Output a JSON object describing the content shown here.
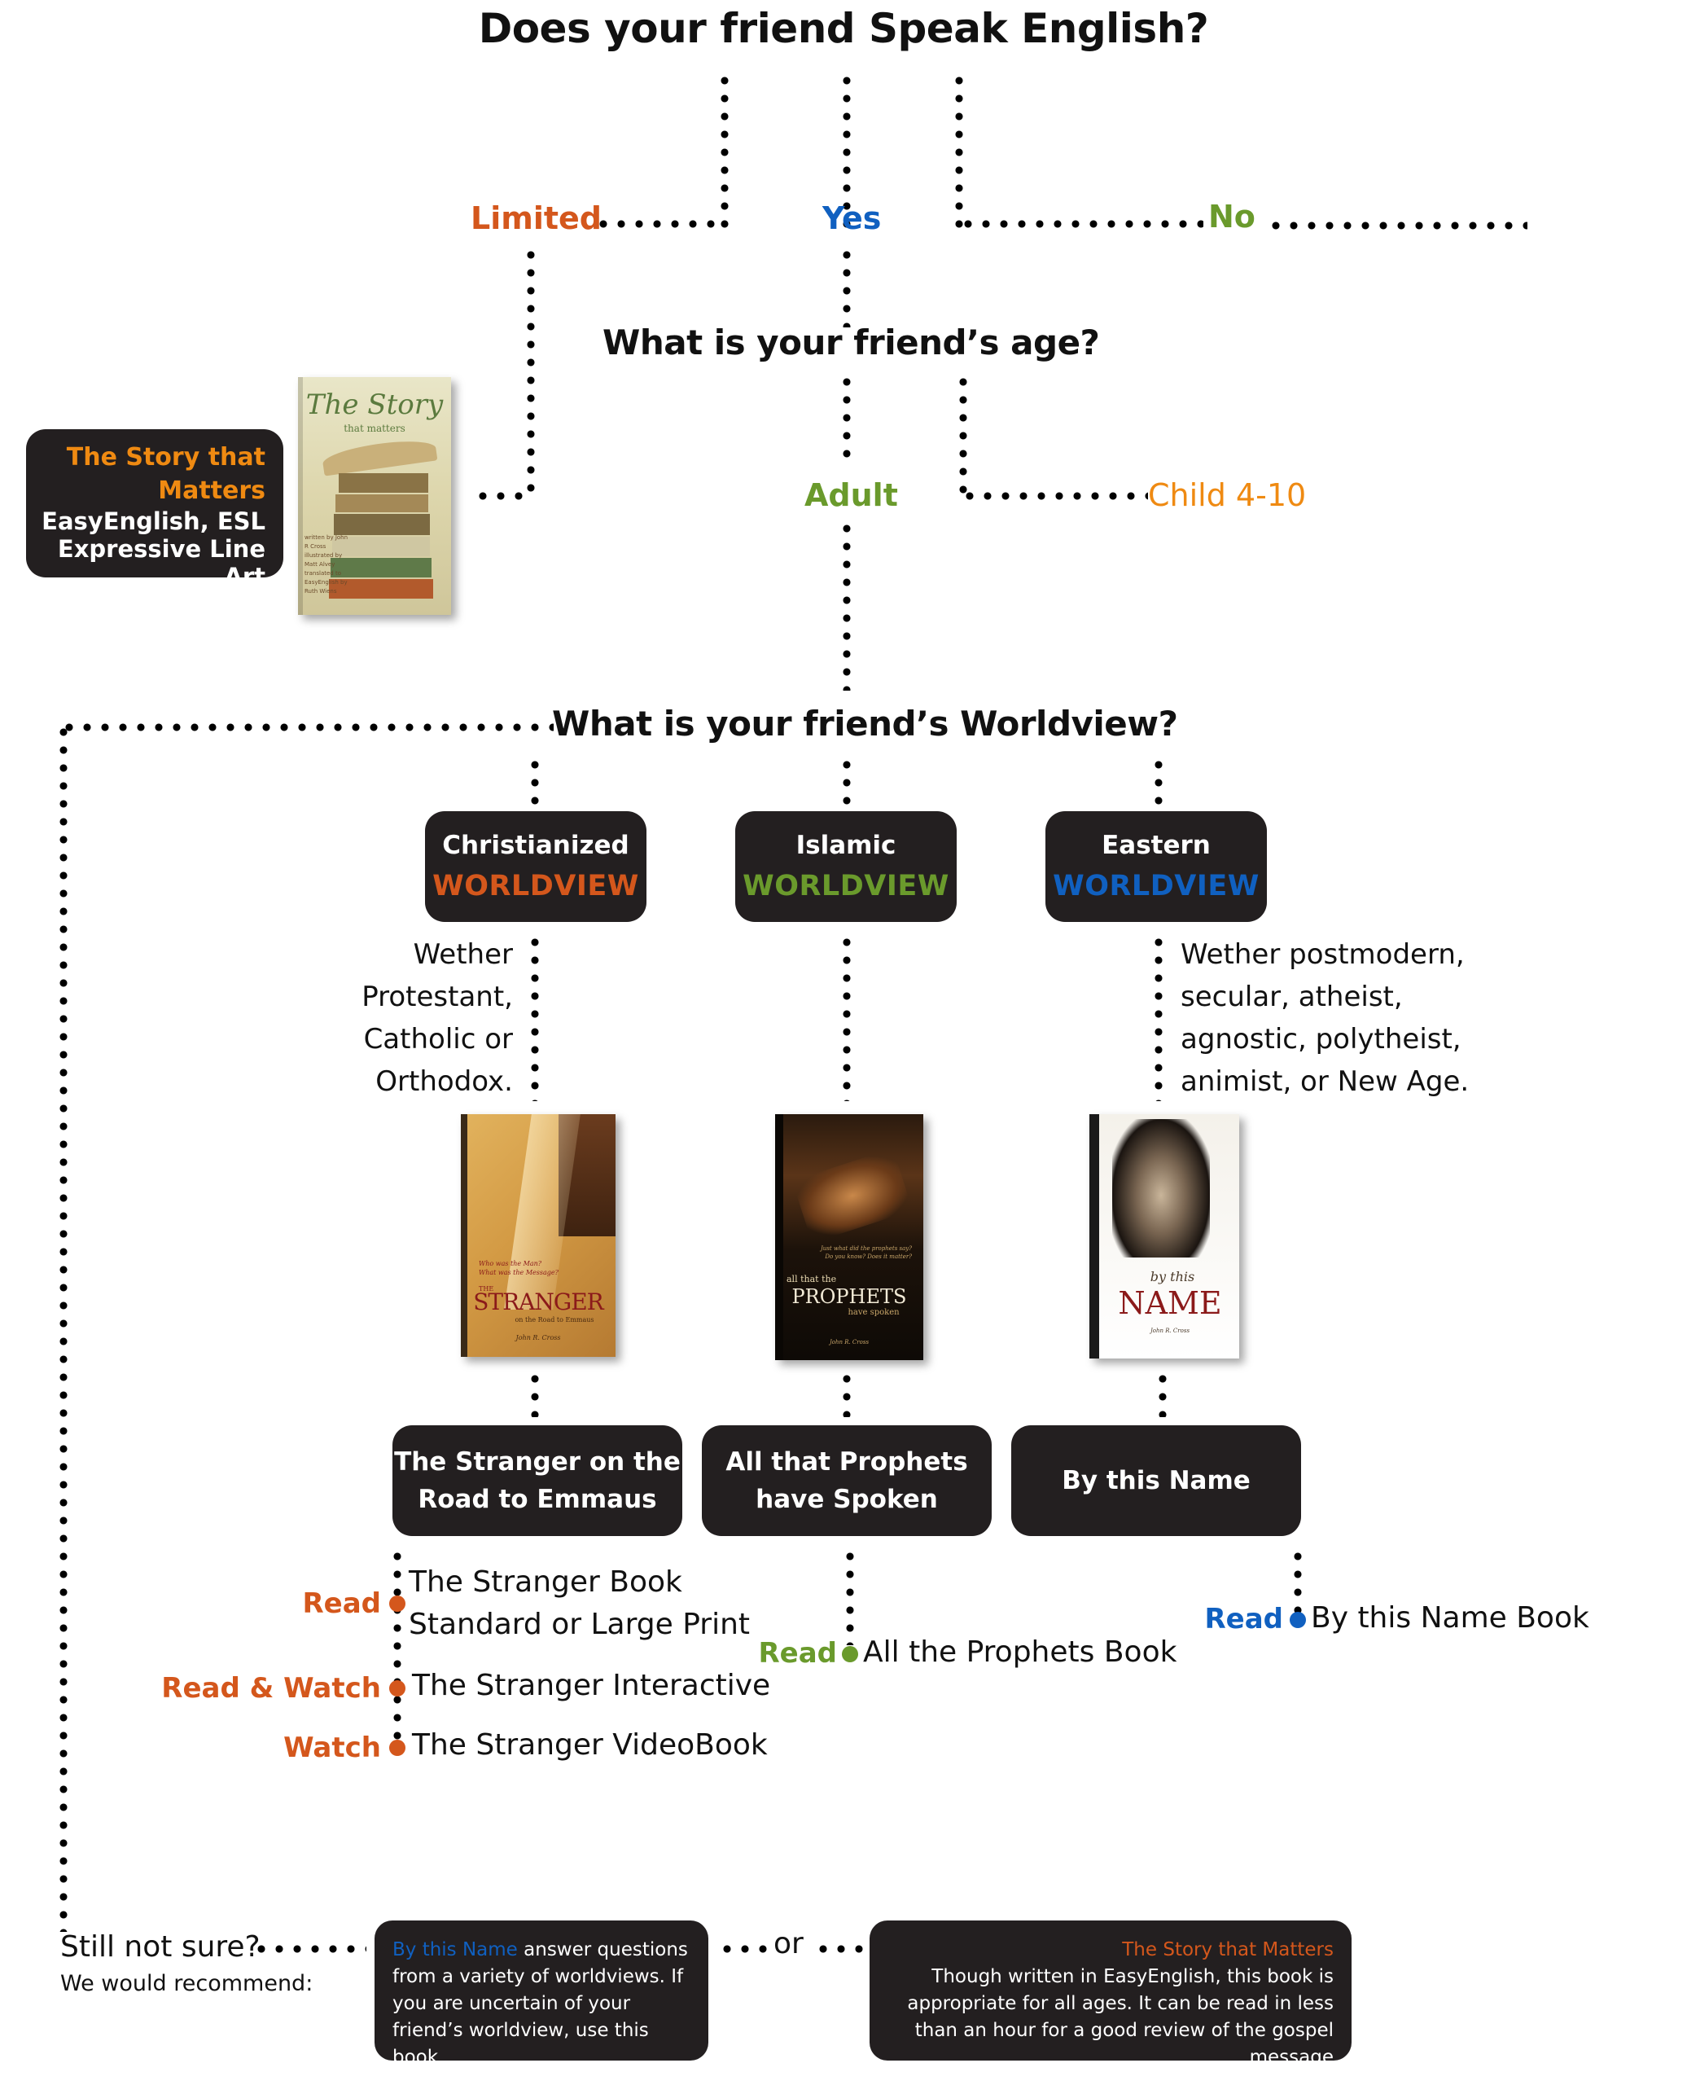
{
  "colors": {
    "orange_dark": "#d4571c",
    "orange": "#ef8a12",
    "green": "#6a9a2c",
    "blue": "#1060c0",
    "box_bg": "#231f20",
    "text": "#111111"
  },
  "q1": {
    "question": "Does your friend Speak English?",
    "answers": {
      "limited": "Limited",
      "yes": "Yes",
      "no": "No"
    }
  },
  "limited_result": {
    "title_line1": "The Story that",
    "title_line2": "Matters",
    "subtitle_line1": "EasyEnglish, ESL",
    "subtitle_line2": "Expressive Line Art",
    "book": {
      "title": "The Story",
      "subtitle": "that matters",
      "credits": [
        "written by John R Cross",
        "illustrated by Matt Alvey",
        "translated to EasyEnglish by Ruth Wiens"
      ]
    }
  },
  "q2": {
    "question": "What is your friend’s age?",
    "answers": {
      "adult": "Adult",
      "child": "Child 4-10"
    }
  },
  "q3": {
    "question": "What is your friend’s Worldview?",
    "worldviews": [
      {
        "name": "Christianized",
        "label": "WORLDVIEW",
        "color": "#d4571c"
      },
      {
        "name": "Islamic",
        "label": "WORLDVIEW",
        "color": "#6a9a2c"
      },
      {
        "name": "Eastern",
        "label": "WORLDVIEW",
        "color": "#1060c0"
      }
    ],
    "christianized_desc": [
      "Wether",
      "Protestant,",
      "Catholic or",
      "Orthodox."
    ],
    "eastern_desc": [
      "Wether postmodern,",
      "secular, atheist,",
      "agnostic, polytheist,",
      "animist, or New Age."
    ]
  },
  "books": [
    {
      "cover_tagline": [
        "Who was the Man?",
        "What was the Message?"
      ],
      "cover_the": "THE",
      "cover_title": "STRANGER",
      "cover_sub": "on the Road to Emmaus",
      "author": "John R. Cross",
      "box_title": [
        "The Stranger on the",
        "Road to Emmaus"
      ]
    },
    {
      "cover_tagline": [
        "Just what did the prophets say?",
        "Do you know? Does it matter?"
      ],
      "cover_pre": "all that the",
      "cover_title": "PROPHETS",
      "cover_sub": "have spoken",
      "author": "John R. Cross",
      "box_title": [
        "All that Prophets",
        "have Spoken"
      ]
    },
    {
      "cover_pre": "by this",
      "cover_title": "NAME",
      "author": "John R. Cross",
      "box_title": [
        "By this Name"
      ]
    }
  ],
  "resources": {
    "stranger": [
      {
        "tag": "Read",
        "lines": [
          "The Stranger Book",
          "Standard or Large Print"
        ]
      },
      {
        "tag": "Read & Watch",
        "lines": [
          "The Stranger Interactive"
        ]
      },
      {
        "tag": "Watch",
        "lines": [
          "The Stranger VideoBook"
        ]
      }
    ],
    "prophets": [
      {
        "tag": "Read",
        "lines": [
          "All the Prophets Book"
        ]
      }
    ],
    "name": [
      {
        "tag": "Read",
        "lines": [
          "By this Name Book"
        ]
      }
    ]
  },
  "footer": {
    "still_not_sure": "Still not sure?",
    "recommend": "We would recommend:",
    "or": "or",
    "rec1": {
      "highlight": "By this Name",
      "text": " answer questions from a variety of worldviews. If you are uncertain of your friend’s worldview, use this book"
    },
    "rec2": {
      "title": "The Story that Matters",
      "text": "Though written in EasyEnglish, this book is appropriate for all ages. It can be read in less than an hour for a good review of the gospel message"
    }
  }
}
